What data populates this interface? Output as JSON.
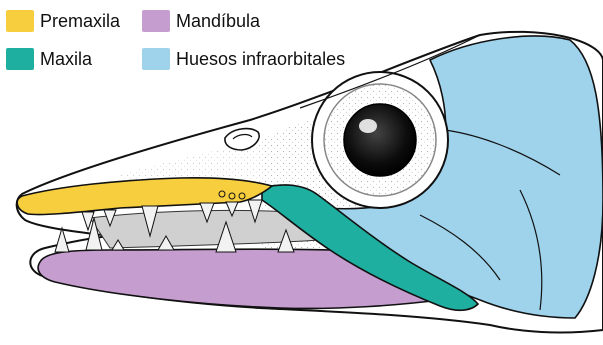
{
  "legend": [
    {
      "id": "premaxila",
      "label": "Premaxila",
      "color": "#F7CE3E"
    },
    {
      "id": "mandibula",
      "label": "Mandíbula",
      "color": "#C59DCF"
    },
    {
      "id": "maxila",
      "label": "Maxila",
      "color": "#1EAFA0"
    },
    {
      "id": "infraorbitales",
      "label": "Huesos infraorbitales",
      "color": "#9FD3EC"
    }
  ],
  "colors": {
    "outline": "#111111",
    "skin": "#FFFFFF",
    "stipple": "#7A7A7A",
    "mouth": "#BDBDBD",
    "teeth": "#F2F2F2"
  }
}
